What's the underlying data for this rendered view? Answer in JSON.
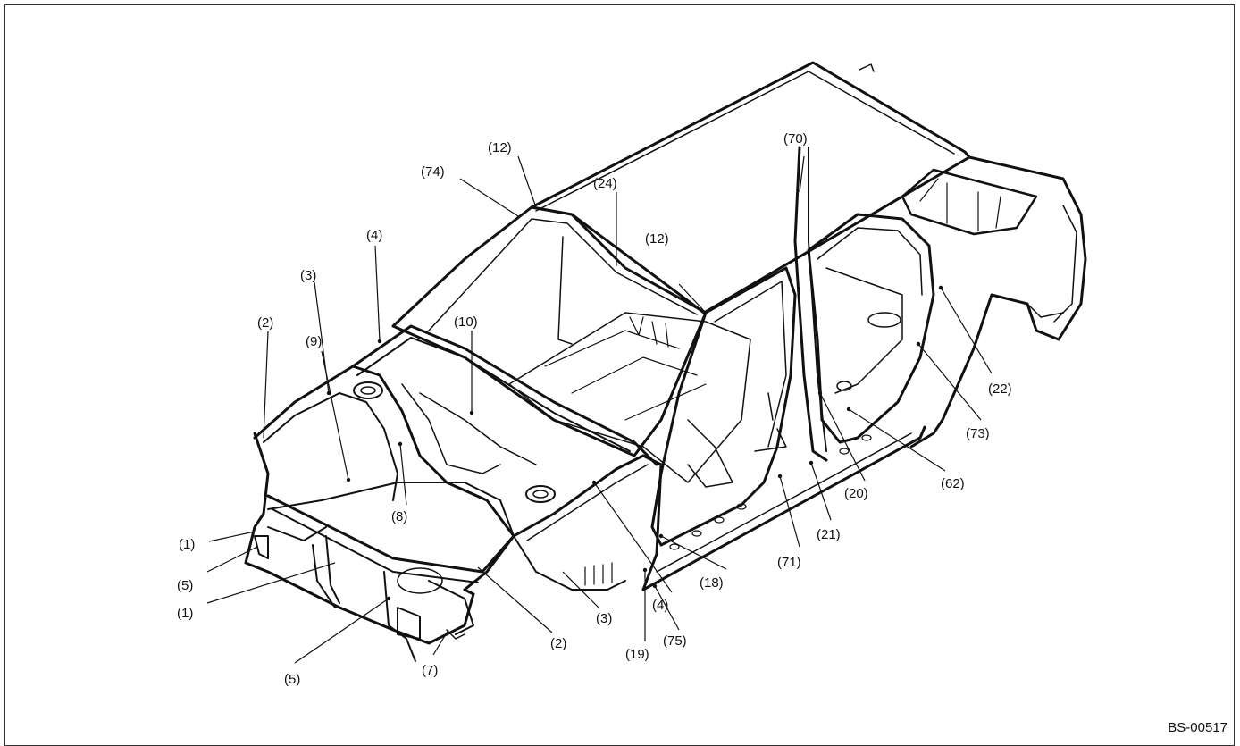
{
  "figure_code": "BS-00517",
  "colors": {
    "line": "#111111",
    "background": "#ffffff"
  },
  "callouts": [
    {
      "id": "c1",
      "label": "(12)"
    },
    {
      "id": "c2",
      "label": "(74)"
    },
    {
      "id": "c3",
      "label": "(24)"
    },
    {
      "id": "c4",
      "label": "(70)"
    },
    {
      "id": "c5",
      "label": "(4)"
    },
    {
      "id": "c6",
      "label": "(12)"
    },
    {
      "id": "c7",
      "label": "(3)"
    },
    {
      "id": "c8",
      "label": "(2)"
    },
    {
      "id": "c9",
      "label": "(10)"
    },
    {
      "id": "c10",
      "label": "(9)"
    },
    {
      "id": "c11",
      "label": "(22)"
    },
    {
      "id": "c12",
      "label": "(73)"
    },
    {
      "id": "c13",
      "label": "(8)"
    },
    {
      "id": "c14",
      "label": "(20)"
    },
    {
      "id": "c15",
      "label": "(62)"
    },
    {
      "id": "c16",
      "label": "(1)"
    },
    {
      "id": "c17",
      "label": "(21)"
    },
    {
      "id": "c18",
      "label": "(5)"
    },
    {
      "id": "c19",
      "label": "(71)"
    },
    {
      "id": "c20",
      "label": "(1)"
    },
    {
      "id": "c21",
      "label": "(18)"
    },
    {
      "id": "c22",
      "label": "(4)"
    },
    {
      "id": "c23",
      "label": "(3)"
    },
    {
      "id": "c24",
      "label": "(2)"
    },
    {
      "id": "c25",
      "label": "(75)"
    },
    {
      "id": "c26",
      "label": "(19)"
    },
    {
      "id": "c27",
      "label": "(5)"
    },
    {
      "id": "c28",
      "label": "(7)"
    }
  ]
}
